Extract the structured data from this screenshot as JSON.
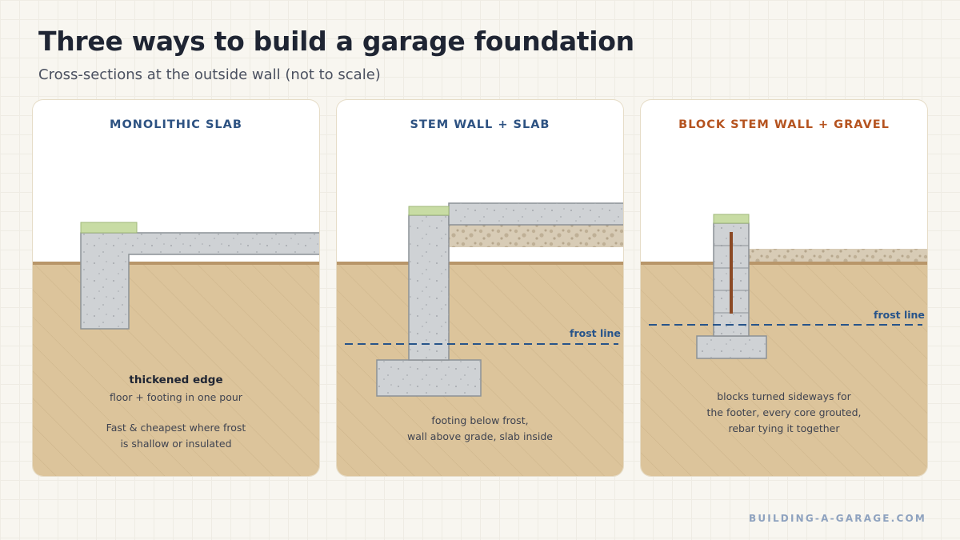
{
  "header": {
    "title": "Three ways to build a garage foundation",
    "subtitle": "Cross-sections at the outside wall (not to scale)"
  },
  "panels": [
    {
      "title": "MONOLITHIC SLAB",
      "title_color": "#2d5282",
      "frost_label": "",
      "caption_strong": "thickened edge",
      "caption_line1": "floor + footing in one pour",
      "caption_line2": "",
      "caption_line3": "Fast & cheapest where frost",
      "caption_line4": "is shallow or insulated"
    },
    {
      "title": "STEM WALL + SLAB",
      "title_color": "#2d5282",
      "frost_label": "frost line",
      "caption_line1": "footing below frost,",
      "caption_line2": "wall above grade, slab inside"
    },
    {
      "title": "BLOCK STEM WALL + GRAVEL",
      "title_color": "#b5531f",
      "frost_label": "frost line",
      "caption_line1": "blocks turned sideways for",
      "caption_line2": "the footer, every core grouted,",
      "caption_line3": "rebar tying it together"
    }
  ],
  "footer": {
    "brand": "BUILDING-A-GARAGE.COM"
  },
  "colors": {
    "soil": "#dcc49b",
    "grade_line": "#b8966a",
    "concrete": "#cfd2d5",
    "concrete_stroke": "#8c9196",
    "gravel": "#d8ccb6",
    "grass": "#c8dca4",
    "frost_line": "#27548a",
    "rebar": "#8b4a26"
  }
}
